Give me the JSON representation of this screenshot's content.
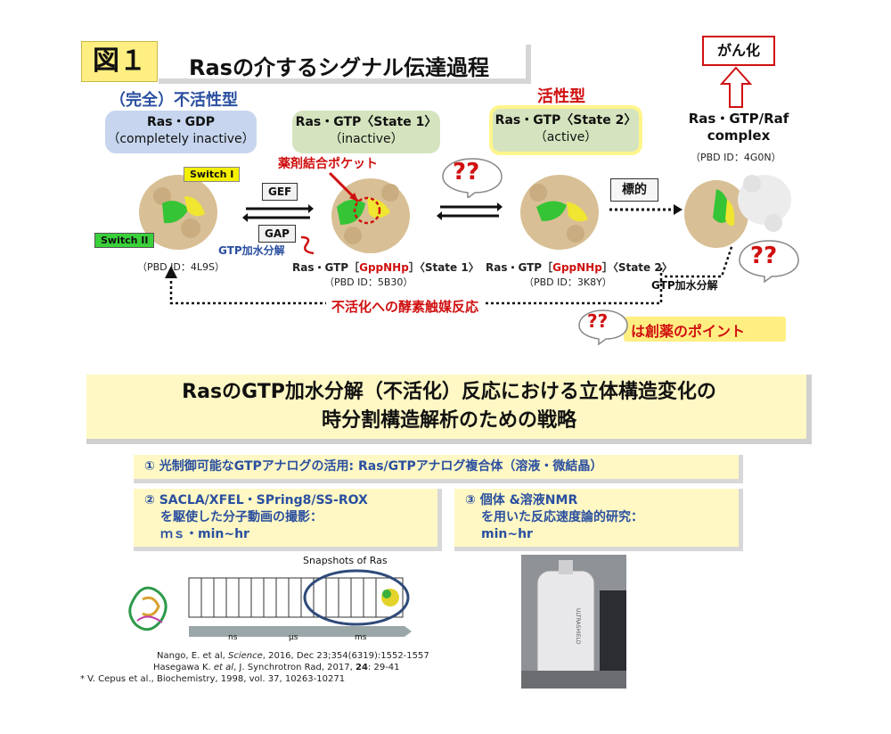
{
  "figure": {
    "number": "図１",
    "title": "Rasの介するシグナル伝達過程",
    "cancer_label": "がん化"
  },
  "states": {
    "inactive_heading": "（完全）不活性型",
    "active_heading": "活性型",
    "s1": {
      "line1": "Ras・GDP",
      "line2": "（completely inactive）"
    },
    "s2": {
      "line1": "Ras・GTP〈State 1〉",
      "line2": "（inactive）"
    },
    "s3": {
      "line1": "Ras・GTP〈State 2〉",
      "line2": "（active）"
    },
    "s4": {
      "line1": "Ras・GTP/Raf",
      "line2": "complex"
    }
  },
  "labels": {
    "switch1": "Switch I",
    "switch2": "Switch II",
    "drug_pocket": "薬剤結合ポケット",
    "gef": "GEF",
    "gap": "GAP",
    "gtp_hydrolysis_1": "GTP加水分解",
    "gtp_hydrolysis_2": "GTP加水分解",
    "target": "標的",
    "deactivation": "不活化への酵素触媒反応",
    "drug_point": "は創薬のポイント",
    "question": "??"
  },
  "pdb": {
    "p1": "（PBD ID：4L9S）",
    "p2": "（PBD ID：5B30）",
    "p3": "（PBD ID：3K8Y）",
    "p4": "（PBD ID：4G0N）"
  },
  "captions": {
    "c2_pre": "Ras・GTP［",
    "c2_red": "GppNHp",
    "c2_post": "］〈State 1〉",
    "c3_pre": "Ras・GTP［",
    "c3_red": "GppNHp",
    "c3_post": "］〈State 2〉"
  },
  "banner": {
    "line1": "RasのGTP加水分解（不活化）反応における立体構造変化の",
    "line2": "時分割構造解析のための戦略"
  },
  "strategies": {
    "s1": "① 光制御可能なGTPアナログの活用: Ras/GTPアナログ複合体（溶液・微結晶）",
    "s2_line1": "② SACLA/XFEL・SPring8/SS-ROX",
    "s2_line2": "を駆使した分子動画の撮影：",
    "s2_line3": "ｍｓ・min~hr",
    "s3_line1": "③ 個体 &溶液NMR",
    "s3_line2": "を用いた反応速度論的研究：",
    "s3_line3": "min~hr"
  },
  "snapshots": {
    "title": "Snapshots of Ras",
    "t1": "ns",
    "t2": "μs",
    "t3": "ms"
  },
  "nmr_labels": {
    "brand": "ULTRASHIELD"
  },
  "references": {
    "r1_a": "Nango, E. et al, ",
    "r1_b": "Science",
    "r1_c": ", 2016, Dec 23;354(6319):1552-1557",
    "r2_a": "Hasegawa K. ",
    "r2_b": "et al",
    "r2_c": ", J. Synchrotron Rad, 2017, ",
    "r2_d": "24",
    "r2_e": ": 29-41",
    "r3": "* V. Cepus et al., Biochemistry, 1998, vol. 37, 10263-10271"
  },
  "colors": {
    "accent_red": "#d01010",
    "accent_blue": "#2a4fa0",
    "banner_yellow": "#fff8c4",
    "switch_green": "#3ad13a",
    "switch_yellow": "#f4f000"
  }
}
